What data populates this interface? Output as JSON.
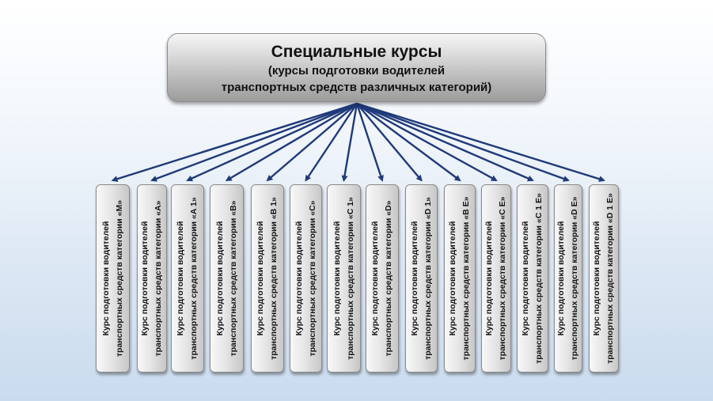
{
  "header": {
    "title": "Специальные курсы",
    "subtitle_line1": "(курсы подготовки водителей",
    "subtitle_line2": "транспортных средств различных категорий)"
  },
  "arrow_color": "#1f3a7a",
  "courses": [
    {
      "line1": "Курс подготовки водителей",
      "line2": "транспортных средств категории «M»"
    },
    {
      "line1": "Курс подготовки водителей",
      "line2": "транспортных средств категории «A»"
    },
    {
      "line1": "Курс подготовки водителей",
      "line2": "транспортных средств категории «A 1»"
    },
    {
      "line1": "Курс подготовки водителей",
      "line2": "транспортных средств категории «B»"
    },
    {
      "line1": "Курс подготовки водителей",
      "line2": "транспортных средств категории «B 1»"
    },
    {
      "line1": "Курс подготовки водителей",
      "line2": "транспортных средств категории «C»"
    },
    {
      "line1": "Курс подготовки водителей",
      "line2": "транспортных средств категории «C 1»"
    },
    {
      "line1": "Курс подготовки водителей",
      "line2": "транспортных средств категории «D»"
    },
    {
      "line1": "Курс подготовки водителей",
      "line2": "транспортных средств категории «D 1»"
    },
    {
      "line1": "Курс подготовки водителей",
      "line2": "транспортных средств категории «B E»"
    },
    {
      "line1": "Курс подготовки водителей",
      "line2": "транспортных средств категории «C E»"
    },
    {
      "line1": "Курс подготовки водителей",
      "line2": "транспортных средств категории «C 1 E»"
    },
    {
      "line1": "Курс подготовки водителей",
      "line2": "транспортных средств категории «D E»"
    },
    {
      "line1": "Курс подготовки водителей",
      "line2": "транспортных средств категории «D 1 E»"
    }
  ]
}
